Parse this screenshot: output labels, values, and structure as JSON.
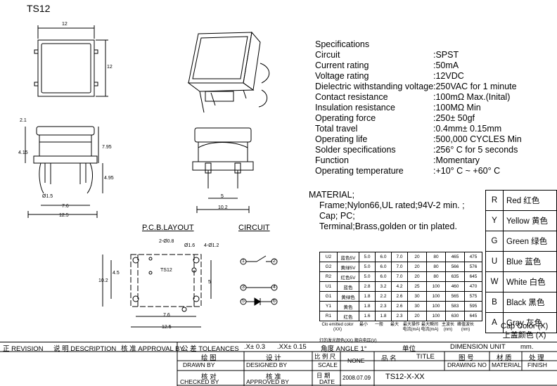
{
  "title": "TS12",
  "specs": [
    {
      "k": "Specifications",
      "v": ""
    },
    {
      "k": "Circuit",
      "v": ":SPST"
    },
    {
      "k": "Current rating",
      "v": ":50mA"
    },
    {
      "k": "Voltage rating",
      "v": ":12VDC"
    },
    {
      "k": "Dielectric withstanding voltage",
      "v": ":250VAC for 1 minute"
    },
    {
      "k": "Contact resistance",
      "v": ":100mΩ  Max.(Inital)"
    },
    {
      "k": "Insulation resistance",
      "v": ":100MΩ  Min"
    },
    {
      "k": "Operating force",
      "v": ":250± 50gf"
    },
    {
      "k": "Total travel",
      "v": ":0.4mm± 0.15mm"
    },
    {
      "k": "Operating life",
      "v": ":500,000 CYCLES Min"
    },
    {
      "k": "Solder specifications",
      "v": ":256°  C for 5 seconds"
    },
    {
      "k": "Function",
      "v": ":Momentary"
    },
    {
      "k": "Operating temperature",
      "v": ":+10°  C ~ +60°  C"
    }
  ],
  "material": {
    "heading": "MATERIAL;",
    "lines": [
      "Frame;Nylon66,UL rated;94V-2 min. ;",
      "Cap; PC;",
      "Terminal;Brass,golden or tin plated."
    ]
  },
  "cap_colors": [
    {
      "code": "R",
      "name": "Red  红色"
    },
    {
      "code": "Y",
      "name": "Yellow 黄色"
    },
    {
      "code": "G",
      "name": "Green 绿色"
    },
    {
      "code": "U",
      "name": "Blue  蓝色"
    },
    {
      "code": "W",
      "name": "White  白色"
    },
    {
      "code": "B",
      "name": "Black 黑色"
    },
    {
      "code": "A",
      "name": "Gray  灰色"
    }
  ],
  "cap_color_label": "Cap Color (X)",
  "cap_color_label_cn": "上盖颜色 (X)",
  "led_rows": [
    [
      "U2",
      "蓝色5V",
      "5.0",
      "6.0",
      "7.0",
      "20",
      "80",
      "465",
      "475"
    ],
    [
      "G2",
      "黄绿5V",
      "5.0",
      "6.0",
      "7.0",
      "20",
      "80",
      "566",
      "576"
    ],
    [
      "R2",
      "红色5V",
      "5.0",
      "6.0",
      "7.0",
      "20",
      "80",
      "635",
      "645"
    ],
    [
      "U1",
      "蓝色",
      "2.8",
      "3.2",
      "4.2",
      "25",
      "100",
      "460",
      "470"
    ],
    [
      "G1",
      "黄绿色",
      "1.8",
      "2.2",
      "2.6",
      "30",
      "100",
      "565",
      "575"
    ],
    [
      "Y1",
      "黄色",
      "1.8",
      "2.3",
      "2.6",
      "30",
      "100",
      "583",
      "595"
    ],
    [
      "R1",
      "红色",
      "1.6",
      "1.8",
      "2.3",
      "20",
      "100",
      "630",
      "645"
    ]
  ],
  "led_header": [
    "Clo emitted color (XX)",
    "最小",
    "一般",
    "最大",
    "最大操作电流(mA)",
    "最大瞬间电流(mA)",
    "主波长(nm)",
    "峰值波长(nm)"
  ],
  "led_header2": "灯的发光颜色(XX)   顺向电压(V)",
  "labels": {
    "pcb": "P.C.B.LAYOUT",
    "circuit": "CIRCUIT"
  },
  "dims": {
    "top_w": "12",
    "top_h": "12",
    "side_21": "2.1",
    "side_415": "4.15",
    "side_795": "7.95",
    "side_495": "4.95",
    "d15": "Ø1.5",
    "d76": "7.6",
    "d125": "12.5",
    "front_5": "5",
    "front_102": "10.2",
    "pcb_2d": "2-Ø0.8",
    "pcb_d16": "Ø1.6",
    "pcb_4d": "4-Ø1.2",
    "pcb_45": "4.5",
    "pcb_102": "10.2",
    "pcb_ts12": "TS12",
    "pcb_5": "5",
    "pcb_76": "7.6",
    "pcb_125": "12.5",
    "c1": "1",
    "c2": "2",
    "c3": "3",
    "c4": "4",
    "c5": "5",
    "c6": "6"
  },
  "titleblock": {
    "r1": [
      "正  REVISION",
      "说 明  DESCRIPTION",
      "核 准  APPROVAL BY",
      "公 差     TOLEANCES",
      ".X± 0.3",
      ".XX± 0.15",
      "角度 ANGLE 1°",
      "单位",
      "DIMENSION UNIT",
      "mm."
    ],
    "drawn_cn": "绘 图",
    "drawn": "DRAWN BY",
    "designed_cn": "设 计",
    "designed": "DESIGNED BY",
    "checked_cn": "核 对",
    "checked": "CHECKED BY",
    "approved_cn": "核 准",
    "approved": "APPROVED BY",
    "scale_cn": "比 例 尺",
    "scale": "SCALE",
    "scale_val": "NONE",
    "date_cn": "日 期",
    "date": "DATE",
    "date_val": "2008.07.09",
    "title_cn": "品  名",
    "title": "TITLE",
    "part": "TS12-X-XX",
    "dwg_cn": "图  号",
    "dwg": "DRAWING NO",
    "mat_cn": "材  质",
    "mat": "MATERIAL",
    "fin_cn": "处  理",
    "fin": "FINISH"
  }
}
